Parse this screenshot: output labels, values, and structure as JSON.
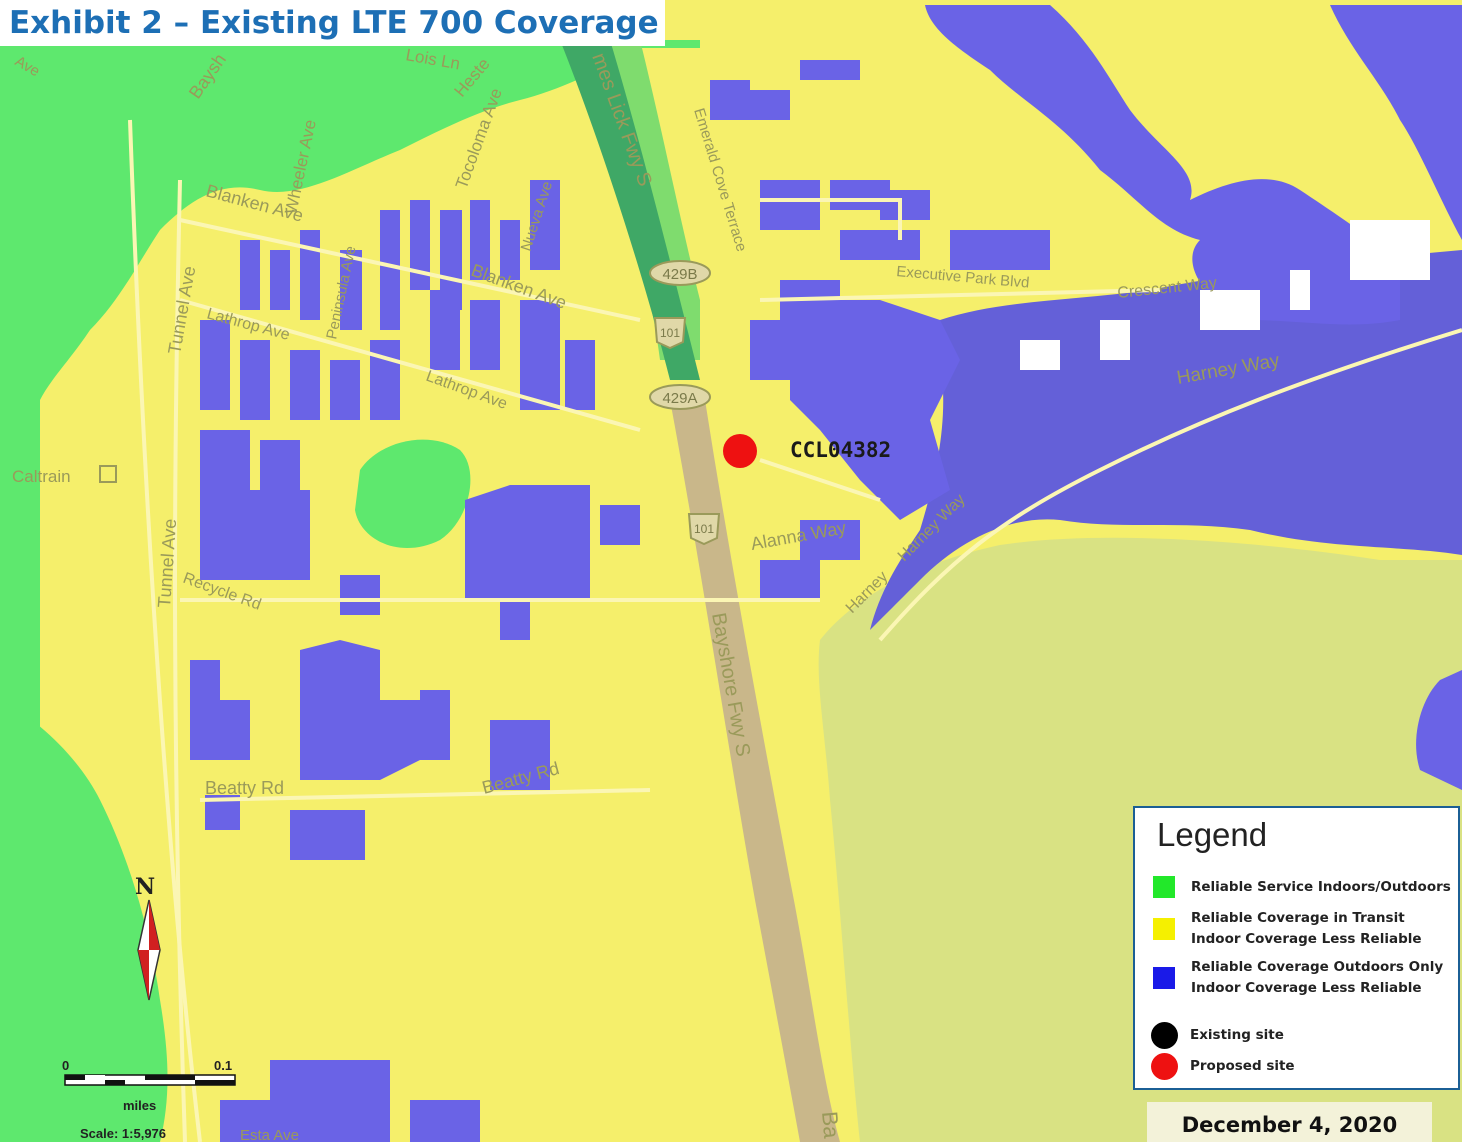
{
  "title": "Exhibit 2 – Existing LTE 700 Coverage",
  "site": {
    "name": "CCL04382",
    "type": "Proposed site",
    "color": "#ee1111"
  },
  "map_labels": {
    "ave_corner": "Ave",
    "bayshore_top": "Baysh",
    "lois_ln": "Lois Ln",
    "hester": "Heste",
    "tocoloma": "Tocoloma Ave",
    "wheeler": "Wheeler Ave",
    "james_lick": "mes Lick Fwy S",
    "emerald": "Emerald Cove Terrace",
    "blanken1": "Blanken Ave",
    "blanken2": "Blanken Ave",
    "nueva": "Nueva Ave",
    "peninsula": "Peninsula Ave",
    "tunnel1": "Tunnel Ave",
    "tunnel2": "Tunnel Ave",
    "lathrop1": "Lathrop Ave",
    "lathrop2": "Lathrop Ave",
    "executive": "Executive Park Blvd",
    "crescent": "Crescent Way",
    "harney1": "Harney Way",
    "harney2": "Harney Way",
    "harney3": "Harney",
    "alanna": "Alanna Way",
    "recycle": "Recycle Rd",
    "beatty1": "Beatty Rd",
    "beatty2": "Beatty Rd",
    "bayshore_fwy": "Bayshore Fwy S",
    "bayshore_bottom": "Ba",
    "caltrain": "Caltrain",
    "esta": "Esta Ave"
  },
  "shields": [
    {
      "label": "429B"
    },
    {
      "label": "101"
    },
    {
      "label": "429A"
    },
    {
      "label": "101"
    }
  ],
  "legend": {
    "title": "Legend",
    "items": [
      {
        "line1": "Reliable Service Indoors/Outdoors",
        "line2": "",
        "color": "#22e82a",
        "kind": "swatch"
      },
      {
        "line1": "Reliable Coverage in Transit",
        "line2": "Indoor Coverage Less Reliable",
        "color": "#f5f000",
        "kind": "swatch"
      },
      {
        "line1": "Reliable Coverage Outdoors Only",
        "line2": "Indoor Coverage Less Reliable",
        "color": "#1a1ae8",
        "kind": "swatch"
      },
      {
        "line1": "Existing site",
        "line2": "",
        "color": "#000000",
        "kind": "dot"
      },
      {
        "line1": "Proposed site",
        "line2": "",
        "color": "#ee1111",
        "kind": "dot"
      }
    ]
  },
  "north": "N",
  "scale": {
    "start": "0",
    "end": "0.1",
    "units": "miles",
    "ratio": "Scale: 1:5,976"
  },
  "date": "December 4, 2020",
  "colors": {
    "green": "#5ee86e",
    "yellow": "#f5ef6b",
    "blue": "#6a63e6",
    "darkblue": "#6460d8",
    "olive": "#d9e283",
    "highway": "#c9b78a"
  }
}
